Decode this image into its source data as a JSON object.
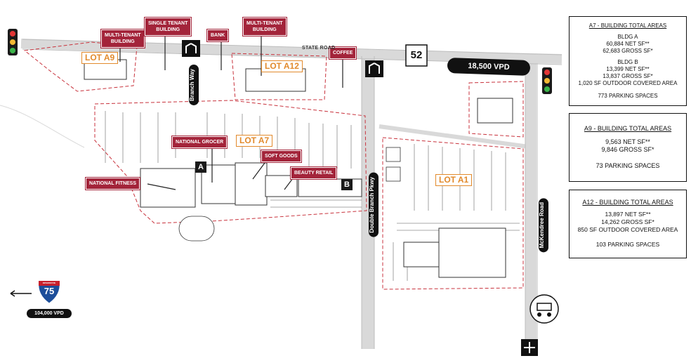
{
  "tags": {
    "multi_tenant_left": "MULTI-TENANT\nBUILDING",
    "single_tenant": "SINGLE TENANT\nBUILDING",
    "bank": "BANK",
    "multi_tenant_right": "MULTI-TENANT\nBUILDING",
    "coffee": "COFFEE",
    "national_grocer": "NATIONAL GROCER",
    "soft_goods": "SOFT GOODS",
    "beauty_retail": "BEAUTY RETAIL",
    "national_fitness": "NATIONAL FITNESS"
  },
  "lots": {
    "a9": "LOT A9",
    "a12": "LOT A12",
    "a7": "LOT A7",
    "a1": "LOT A1"
  },
  "markers": {
    "a": "A",
    "b": "B"
  },
  "roads": {
    "state_road": "STATE ROAD",
    "branch_way": "Branch Way",
    "double_branch": "Double Branch Pkwy",
    "mckendree": "McKendree Road",
    "highway_shield": "52",
    "interstate_label": "INTERSTATE",
    "interstate_number": "75"
  },
  "traffic_counts": {
    "sr52": "18,500 VPD",
    "i75": "104,000 VPD"
  },
  "info_boxes": {
    "a7": {
      "title": "A7 - BUILDING TOTAL AREAS",
      "bldg_a": "BLDG A",
      "a_net": "60,884 NET SF**",
      "a_gross": "62,683 GROSS SF*",
      "bldg_b": "BLDG B",
      "b_net": "13,399 NET SF**",
      "b_gross": "13,837 GROSS SF*",
      "b_outdoor": "1,020 SF OUTDOOR COVERED AREA",
      "parking": "773 PARKING SPACES"
    },
    "a9": {
      "title": "A9 - BUILDING TOTAL AREAS",
      "net": "9,563 NET SF**",
      "gross": "9,846 GROSS SF*",
      "parking": "73 PARKING SPACES"
    },
    "a12": {
      "title": "A12 - BUILDING TOTAL AREAS",
      "net": "13,897 NET SF**",
      "gross": "14,262 GROSS SF*",
      "outdoor": "850 SF OUTDOOR COVERED AREA",
      "parking": "103 PARKING SPACES"
    }
  },
  "colors": {
    "tag": "#a3243a",
    "lot": "#e28a2c",
    "boundary": "#c8323c",
    "interstate_blue": "#1d4e9a",
    "interstate_red": "#c8202c"
  },
  "icons": [
    "traffic-light-icon",
    "right-in-right-out-icon",
    "full-access-icon",
    "golf-cart-icon",
    "left-arrow-icon"
  ]
}
